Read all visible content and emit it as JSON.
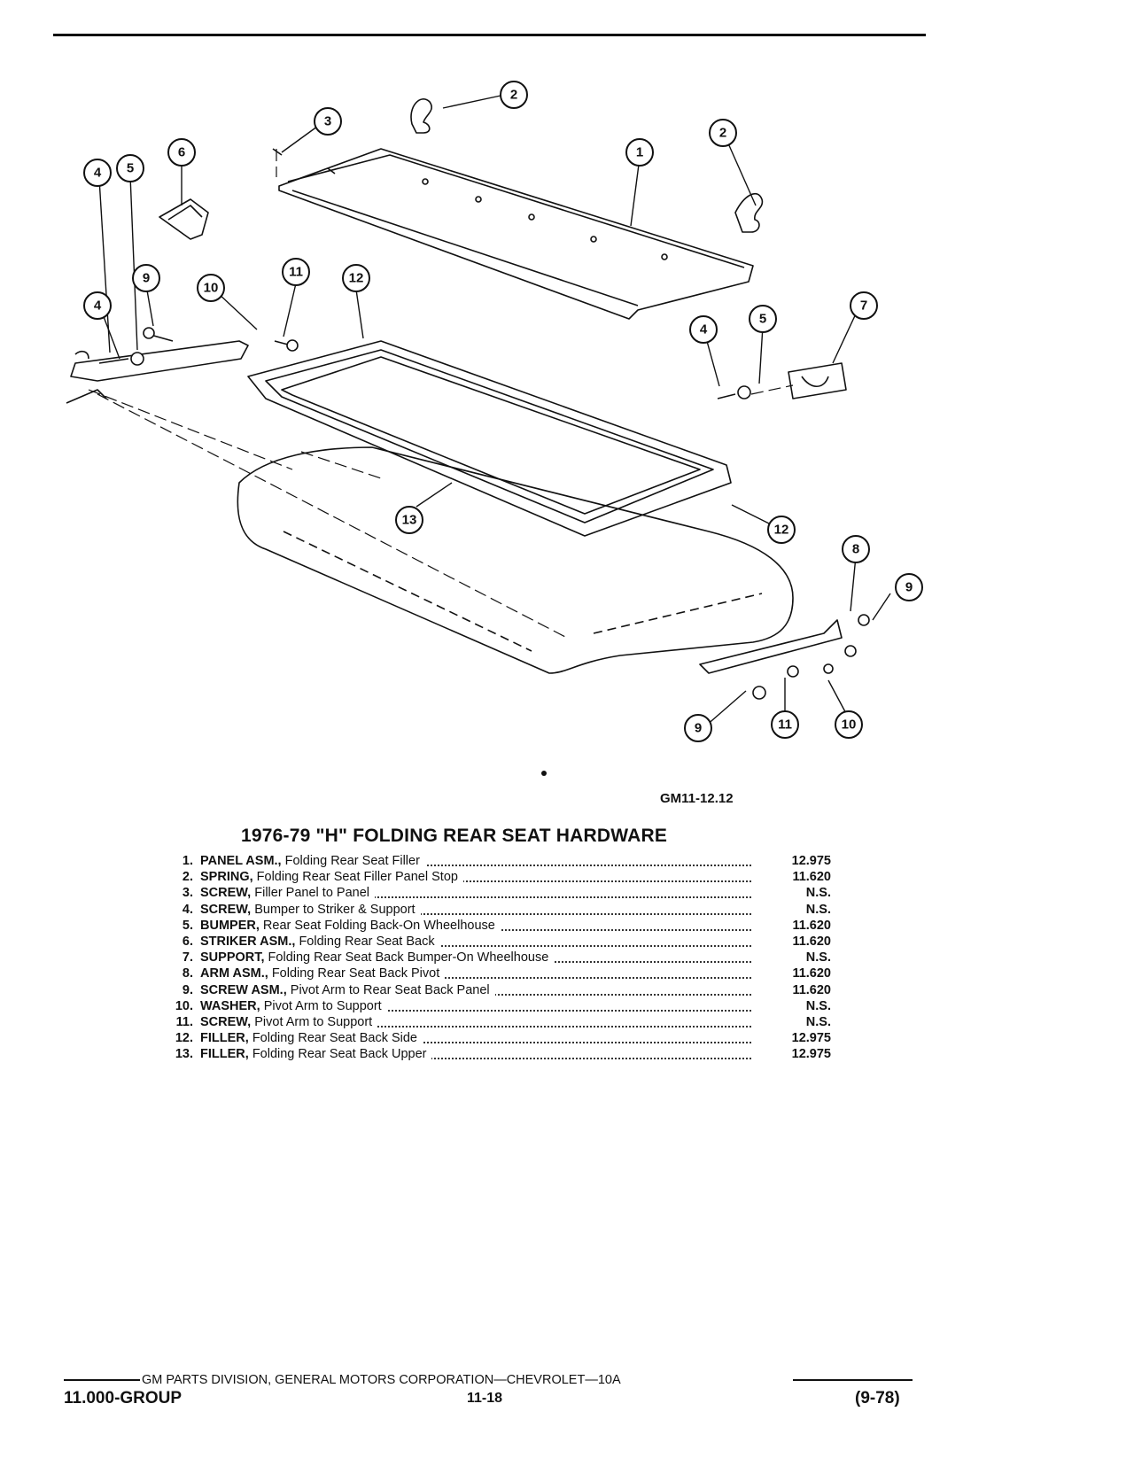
{
  "figure_id": "GM11-12.12",
  "title": "1976-79 \"H\" FOLDING REAR SEAT HARDWARE",
  "callouts": [
    "1",
    "2",
    "3",
    "4",
    "5",
    "6",
    "7",
    "8",
    "9",
    "10",
    "11",
    "12",
    "13"
  ],
  "parts": [
    {
      "num": "1.",
      "name": "PANEL ASM.,",
      "desc": "Folding Rear Seat Filler",
      "group": "12.975"
    },
    {
      "num": "2.",
      "name": "SPRING,",
      "desc": "Folding Rear Seat Filler Panel Stop",
      "group": "11.620"
    },
    {
      "num": "3.",
      "name": "SCREW,",
      "desc": "Filler Panel to Panel",
      "group": "N.S."
    },
    {
      "num": "4.",
      "name": "SCREW,",
      "desc": "Bumper to Striker & Support",
      "group": "N.S."
    },
    {
      "num": "5.",
      "name": "BUMPER,",
      "desc": "Rear Seat Folding Back-On Wheelhouse",
      "group": "11.620"
    },
    {
      "num": "6.",
      "name": "STRIKER ASM.,",
      "desc": "Folding Rear Seat Back",
      "group": "11.620"
    },
    {
      "num": "7.",
      "name": "SUPPORT,",
      "desc": "Folding Rear Seat Back Bumper-On Wheelhouse",
      "group": "N.S."
    },
    {
      "num": "8.",
      "name": "ARM ASM.,",
      "desc": "Folding Rear Seat Back Pivot",
      "group": "11.620"
    },
    {
      "num": "9.",
      "name": "SCREW ASM.,",
      "desc": "Pivot Arm to Rear Seat Back Panel",
      "group": "11.620"
    },
    {
      "num": "10.",
      "name": "WASHER,",
      "desc": "Pivot Arm to Support",
      "group": "N.S."
    },
    {
      "num": "11.",
      "name": "SCREW,",
      "desc": "Pivot Arm to Support",
      "group": "N.S."
    },
    {
      "num": "12.",
      "name": "FILLER,",
      "desc": "Folding Rear Seat Back Side",
      "group": "12.975"
    },
    {
      "num": "13.",
      "name": "FILLER,",
      "desc": "Folding Rear Seat Back Upper",
      "group": "12.975"
    }
  ],
  "footer": {
    "publisher": "GM PARTS DIVISION, GENERAL MOTORS CORPORATION—CHEVROLET—10A",
    "group": "11.000-GROUP",
    "page": "11-18",
    "date": "(9-78)"
  }
}
